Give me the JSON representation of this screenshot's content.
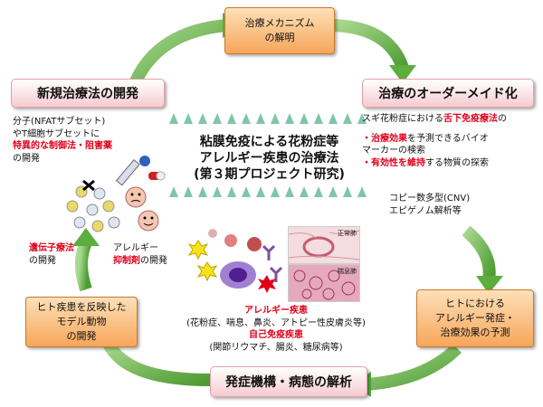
{
  "boxes": {
    "mechanism": [
      "治療メカニズム",
      "の解明"
    ],
    "new_therapy": "新規治療法の開発",
    "tailor_made": "治療のオーダーメイド化",
    "pathogenesis": "発症機構・病態の解析",
    "human_effect": [
      "ヒトにおける",
      "アレルギー発症・",
      "治療効果の予測"
    ],
    "model_animal": [
      "ヒト疾患を反映した",
      "モデル動物",
      "の開発"
    ]
  },
  "center_title": [
    "粘膜免疫による花粉症等",
    "アレルギー疾患の治療法",
    "(第３期プロジェクト研究)"
  ],
  "left_text": {
    "line1": "分子(NFATサブセット)",
    "line2": "やT細胞サブセットに",
    "line3": "特異的な制御法・阻害薬",
    "line4": "の開発"
  },
  "right_text": {
    "line1_pre": "スギ花粉症における",
    "line1_red": "舌下免疫療法",
    "line1_post": "の",
    "line2_red": "・治療効果",
    "line2_post": "を予測できるバイオ",
    "line3": "マーカーの検索",
    "line4_red": "・有効性を維持",
    "line4_post": "する物質の探索"
  },
  "copy_text": [
    "コピー数多型(CNV)",
    "エピゲノム解析等"
  ],
  "gene_therapy": {
    "red": "遺伝子療法",
    "black": "の開発"
  },
  "allergy_suppress": {
    "line1": "アレルギー",
    "red": "抑制剤",
    "post": "の開発"
  },
  "diseases": {
    "allergy_title": "アレルギー疾患",
    "allergy_list": "(花粉症、喘息、鼻炎、アトピー性皮膚炎等)",
    "auto_title": "自己免疫疾患",
    "auto_list": "(関節リウマチ、腸炎、糖尿病等)"
  },
  "micro_labels": {
    "top": "正常肺",
    "bottom": "喘息肺"
  },
  "colors": {
    "arrow_green": "#55a83a",
    "red": "#e0001a",
    "orange": "#f7a65a",
    "pink": "#f6c9cf"
  }
}
